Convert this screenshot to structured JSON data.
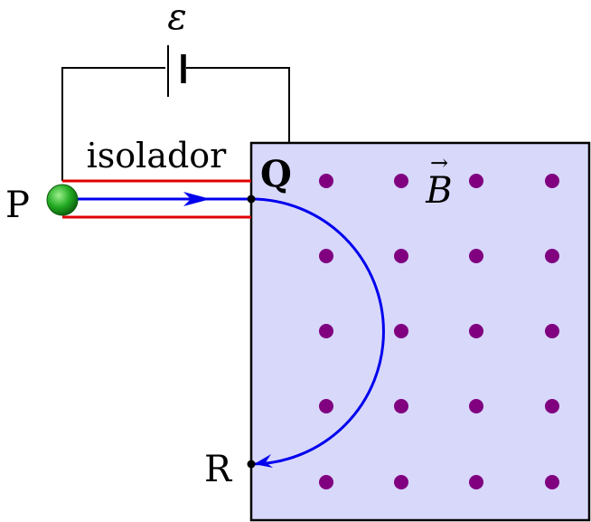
{
  "labels": {
    "emf": "ε",
    "insulator": "isolador",
    "point_p": "P",
    "point_q": "Q",
    "point_r": "R",
    "field": "B",
    "field_arrow": "→"
  },
  "colors": {
    "field_region": "#d8d8fb",
    "field_dots": "#800080",
    "trajectory": "#0000ee",
    "plates": "#e00000",
    "particle": "#22aa22",
    "wire": "#000000"
  },
  "field_dots": {
    "rows": 5,
    "columns": 4
  },
  "icons": {
    "particle": "green-sphere-icon",
    "battery": "battery-icon"
  }
}
